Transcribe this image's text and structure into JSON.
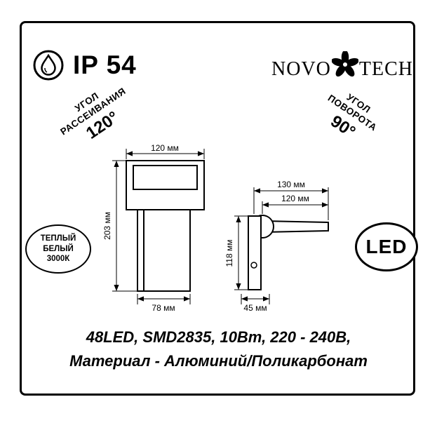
{
  "header": {
    "ip_rating": "IP 54",
    "brand_prefix": "NOVO",
    "brand_suffix": "TECH"
  },
  "corner_labels": {
    "beam": {
      "line1": "УГОЛ",
      "line2": "РАССЕИВАНИЯ",
      "value": "120°"
    },
    "rotation": {
      "line1": "УГОЛ",
      "line2": "ПОВОРОТА",
      "value": "90°"
    }
  },
  "badges": {
    "warm_white": {
      "line1": "ТЕПЛЫЙ",
      "line2": "БЕЛЫЙ",
      "line3": "3000К"
    },
    "led": "LED"
  },
  "drawing_dimensions": {
    "front_view": {
      "width": "120 мм",
      "height": "203 мм",
      "base_width": "78 мм"
    },
    "side_view": {
      "depth_full": "130 мм",
      "depth_arm": "120 мм",
      "height": "118 мм",
      "base_depth": "45 мм"
    }
  },
  "specs": {
    "line1": "48LED, SMD2835, 10Вт, 220 - 240В,",
    "line2": "Материал - Алюминий/Поликарбонат"
  },
  "icons": {
    "drop": "water-drop-icon",
    "flower": "novotech-flower-icon"
  },
  "colors": {
    "line": "#000000",
    "background": "#ffffff",
    "text": "#000000"
  }
}
